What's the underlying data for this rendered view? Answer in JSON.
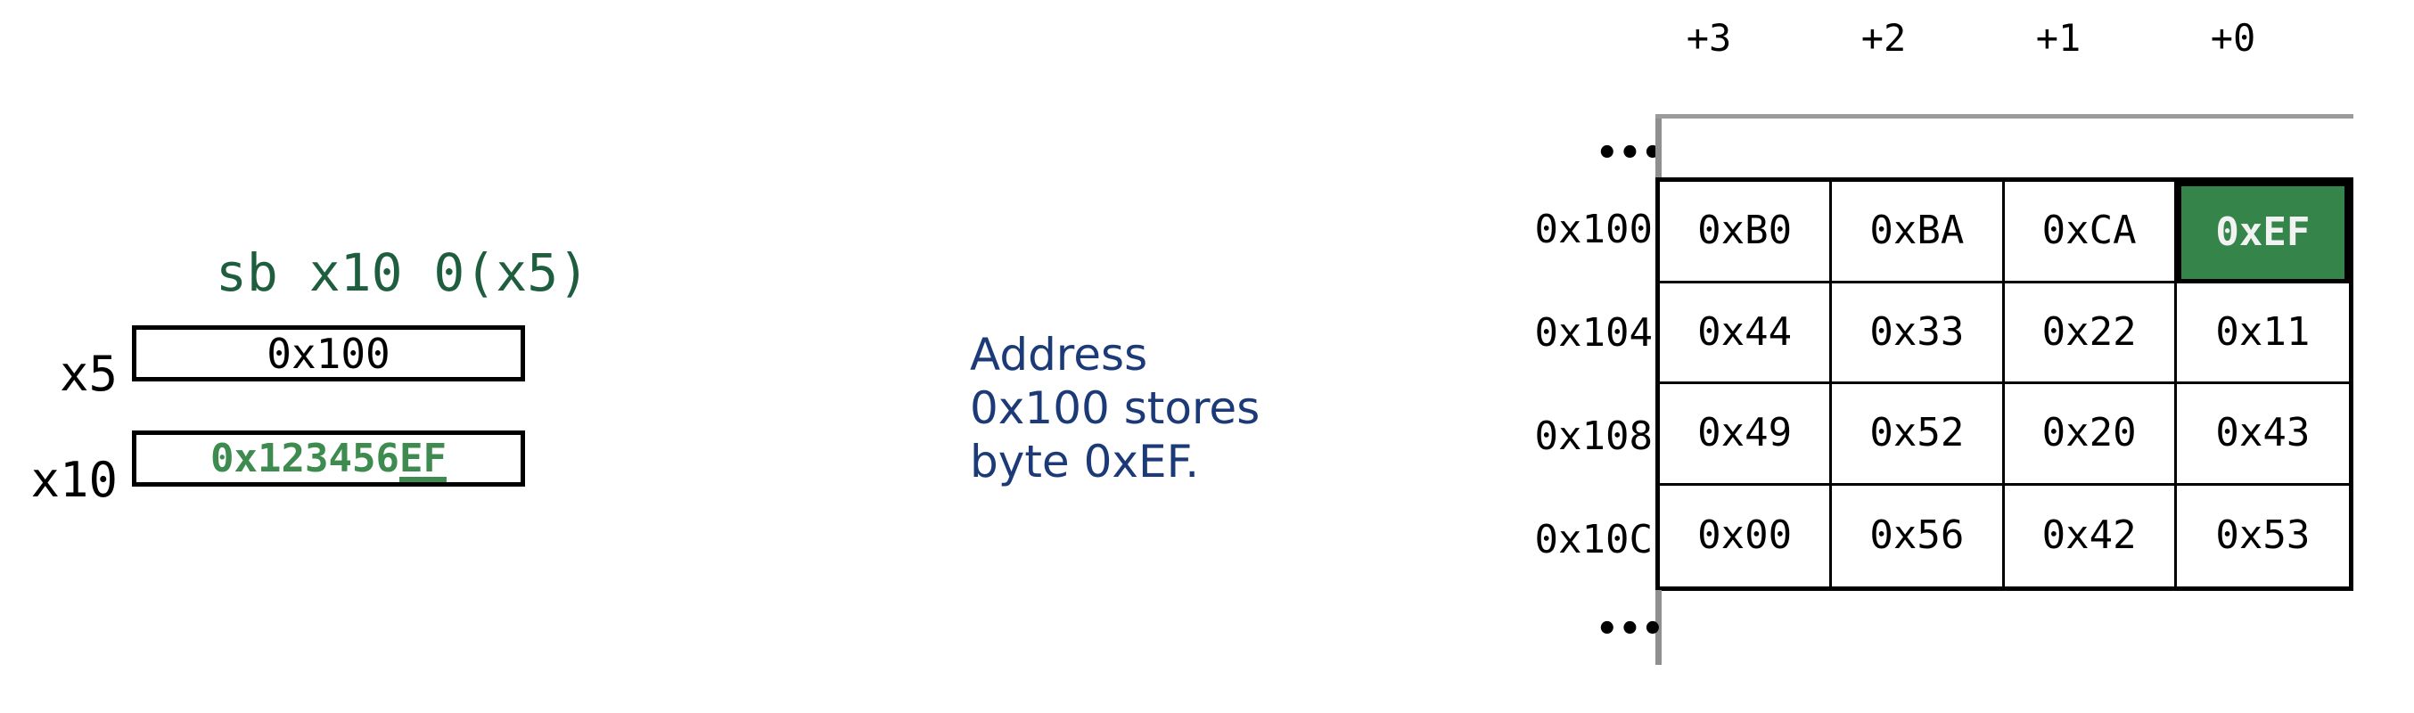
{
  "instruction": {
    "text": "sb x10 0(x5)",
    "color": "#1e5e3f"
  },
  "registers": [
    {
      "name": "x5",
      "label": "x5",
      "value": "0x100",
      "highlight": false
    },
    {
      "name": "x10",
      "label": "x10",
      "value": "0x123456EF",
      "value_prefix": "0x123456",
      "value_underlined": "EF",
      "highlight": true
    }
  ],
  "annotation": {
    "text": "Address 0x100 stores byte 0xEF.",
    "color": "#1b3a77"
  },
  "memory": {
    "column_headers": [
      "+3",
      "+2",
      "+1",
      "+0"
    ],
    "row_addresses": [
      "0x100",
      "0x104",
      "0x108",
      "0x10C"
    ],
    "ellipsis_top": "•••",
    "ellipsis_bottom": "•••",
    "rows": [
      {
        "address": "0x100",
        "cells": [
          "0xB0",
          "0xBA",
          "0xCA",
          "0xEF"
        ]
      },
      {
        "address": "0x104",
        "cells": [
          "0x44",
          "0x33",
          "0x22",
          "0x11"
        ]
      },
      {
        "address": "0x108",
        "cells": [
          "0x49",
          "0x52",
          "0x20",
          "0x43"
        ]
      },
      {
        "address": "0x10C",
        "cells": [
          "0x00",
          "0x56",
          "0x42",
          "0x53"
        ]
      }
    ],
    "highlighted_cell": {
      "row": 0,
      "col": 3,
      "value": "0xEF"
    },
    "highlight_bg": "#35854a",
    "highlight_fg": "#f2f2f2",
    "guide_color": "#8f8f8f"
  },
  "colors": {
    "instruction_green": "#1e5e3f",
    "value_green": "#3d8b4f",
    "annotation_blue": "#1b3a77",
    "cell_highlight_green": "#35854a",
    "grid_black": "#000000"
  }
}
